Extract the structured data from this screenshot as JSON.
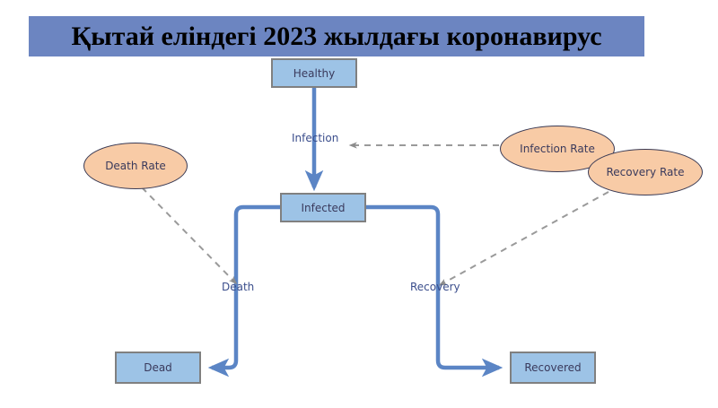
{
  "title": {
    "text": "Қытай еліндегі 2023 жылдағы коронавирус",
    "banner_color": "#6C85C1",
    "text_color": "#000000"
  },
  "diagram": {
    "type": "flow",
    "description": "SIR-style epidemic compartment flow diagram",
    "colors": {
      "state_fill": "#9DC3E6",
      "state_border": "#808080",
      "rate_fill": "#F8CBA6",
      "rate_border": "#3B3B55",
      "connector": "#5B85C5",
      "influence_line": "#909090",
      "label_text": "#3B4E8C"
    },
    "state_nodes": [
      {
        "id": "healthy",
        "label": "Healthy",
        "shape": "rectangle"
      },
      {
        "id": "infected",
        "label": "Infected",
        "shape": "rectangle"
      },
      {
        "id": "dead",
        "label": "Dead",
        "shape": "rectangle"
      },
      {
        "id": "recovered",
        "label": "Recovered",
        "shape": "rectangle"
      }
    ],
    "rate_nodes": [
      {
        "id": "death-rate",
        "label": "Death Rate",
        "shape": "ellipse"
      },
      {
        "id": "infection-rate",
        "label": "Infection Rate",
        "shape": "ellipse"
      },
      {
        "id": "recovery-rate",
        "label": "Recovery Rate",
        "shape": "ellipse"
      }
    ],
    "flow_labels": [
      {
        "id": "infection",
        "label": "Infection"
      },
      {
        "id": "death",
        "label": "Death"
      },
      {
        "id": "recovery",
        "label": "Recovery"
      }
    ],
    "flows": [
      {
        "from": "healthy",
        "to": "infected",
        "label": "Infection",
        "style": "solid-arrow"
      },
      {
        "from": "infected",
        "to": "dead",
        "label": "Death",
        "style": "solid-arrow"
      },
      {
        "from": "infected",
        "to": "recovered",
        "label": "Recovery",
        "style": "solid-arrow"
      }
    ],
    "influences": [
      {
        "from": "infection-rate",
        "to": "infection",
        "style": "dashed-arrow"
      },
      {
        "from": "death-rate",
        "to": "death",
        "style": "dashed-arrow"
      },
      {
        "from": "recovery-rate",
        "to": "recovery",
        "style": "dashed-arrow"
      }
    ]
  }
}
